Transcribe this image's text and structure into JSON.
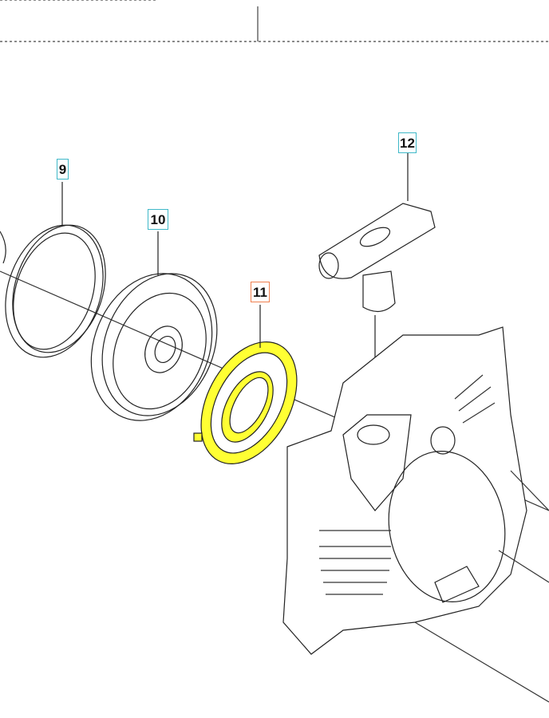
{
  "diagram": {
    "callouts": [
      {
        "id": "9",
        "label": "9",
        "highlighted": false
      },
      {
        "id": "10",
        "label": "10",
        "highlighted": false
      },
      {
        "id": "11",
        "label": "11",
        "highlighted": true
      },
      {
        "id": "12",
        "label": "12",
        "highlighted": false
      }
    ],
    "colors": {
      "callout_border": "#3fb8c8",
      "selected_border": "#f08050",
      "highlight_fill": "#ffff33"
    }
  }
}
